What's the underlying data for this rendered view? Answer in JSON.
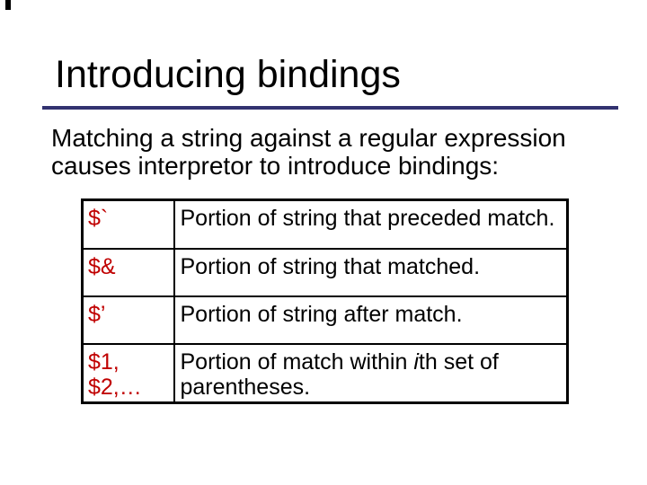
{
  "slide": {
    "title": "Introducing bindings",
    "body_text": "Matching a string against a regular expression causes interpretor to introduce bindings:"
  },
  "colors": {
    "accent_rule": "#323270",
    "symbol_red": "#C00000",
    "table_border": "#000000",
    "background": "#ffffff"
  },
  "bindings_table": {
    "rows": [
      {
        "symbol_lines": [
          "$`"
        ],
        "description_parts": [
          {
            "text": "Portion of string that preceded match.",
            "italic": false
          }
        ]
      },
      {
        "symbol_lines": [
          "$&"
        ],
        "description_parts": [
          {
            "text": "Portion of string that matched.",
            "italic": false
          }
        ]
      },
      {
        "symbol_lines": [
          "$’"
        ],
        "description_parts": [
          {
            "text": "Portion of string after match.",
            "italic": false
          }
        ]
      },
      {
        "symbol_lines": [
          "$1,",
          "$2,…"
        ],
        "description_parts": [
          {
            "text": "Portion of match within ",
            "italic": false
          },
          {
            "text": "i",
            "italic": true
          },
          {
            "text": "th set of parentheses.",
            "italic": false
          }
        ]
      }
    ]
  }
}
